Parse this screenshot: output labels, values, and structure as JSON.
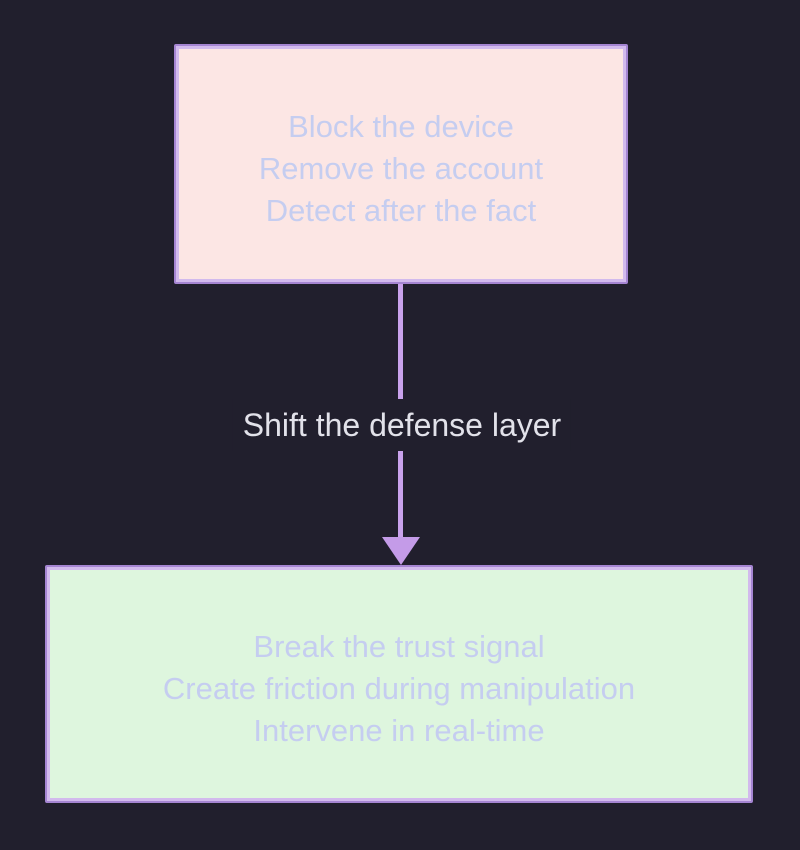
{
  "page": {
    "background_color": "#211f2d"
  },
  "diagram": {
    "type": "flowchart-vertical",
    "nodes": [
      {
        "id": "legacy-defense",
        "lines": {
          "0": "Block the device",
          "1": "Remove the account",
          "2": "Detect after the fact"
        },
        "fill_color": "#fce6e4",
        "border_color": "#b08ede",
        "text_color": "#c5cdf0"
      },
      {
        "id": "shifted-defense",
        "lines": {
          "0": "Break the trust signal",
          "1": "Create friction during manipulation",
          "2": "Intervene in real-time"
        },
        "fill_color": "#def6de",
        "border_color": "#b08ede",
        "text_color": "#c5cdf0"
      }
    ],
    "edge": {
      "label": "Shift the defense layer",
      "from": "legacy-defense",
      "to": "shifted-defense",
      "line_color": "#c9a2ec",
      "arrowhead_color": "#c49be8",
      "label_color": "#e2e2ea"
    }
  }
}
